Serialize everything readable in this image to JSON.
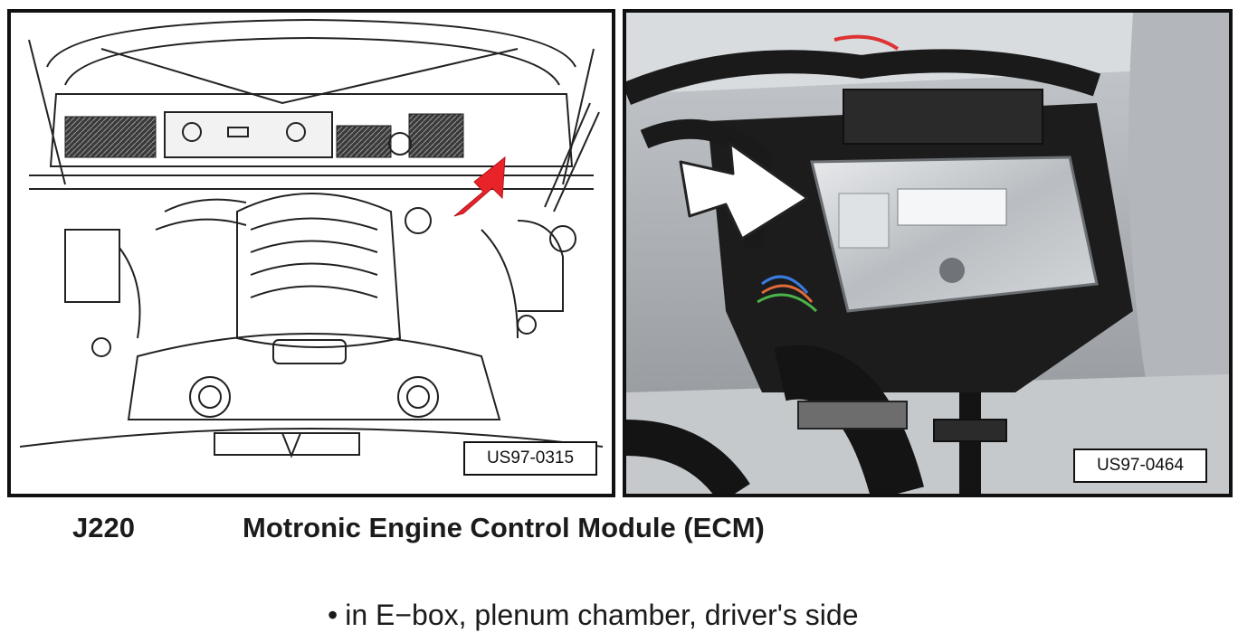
{
  "figure": {
    "left_illustration": {
      "reference": "US97-0315",
      "alt": "engine bay line drawing",
      "arrow_color": "#e8232a"
    },
    "right_photo": {
      "reference": "US97-0464",
      "alt": "control module in E-box photo",
      "arrow_color": "#ffffff"
    }
  },
  "caption": {
    "code": "J220",
    "name": "Motronic Engine Control Module (ECM)"
  },
  "location": {
    "bullet": "•",
    "text": "in E−box, plenum chamber, driver's side"
  }
}
